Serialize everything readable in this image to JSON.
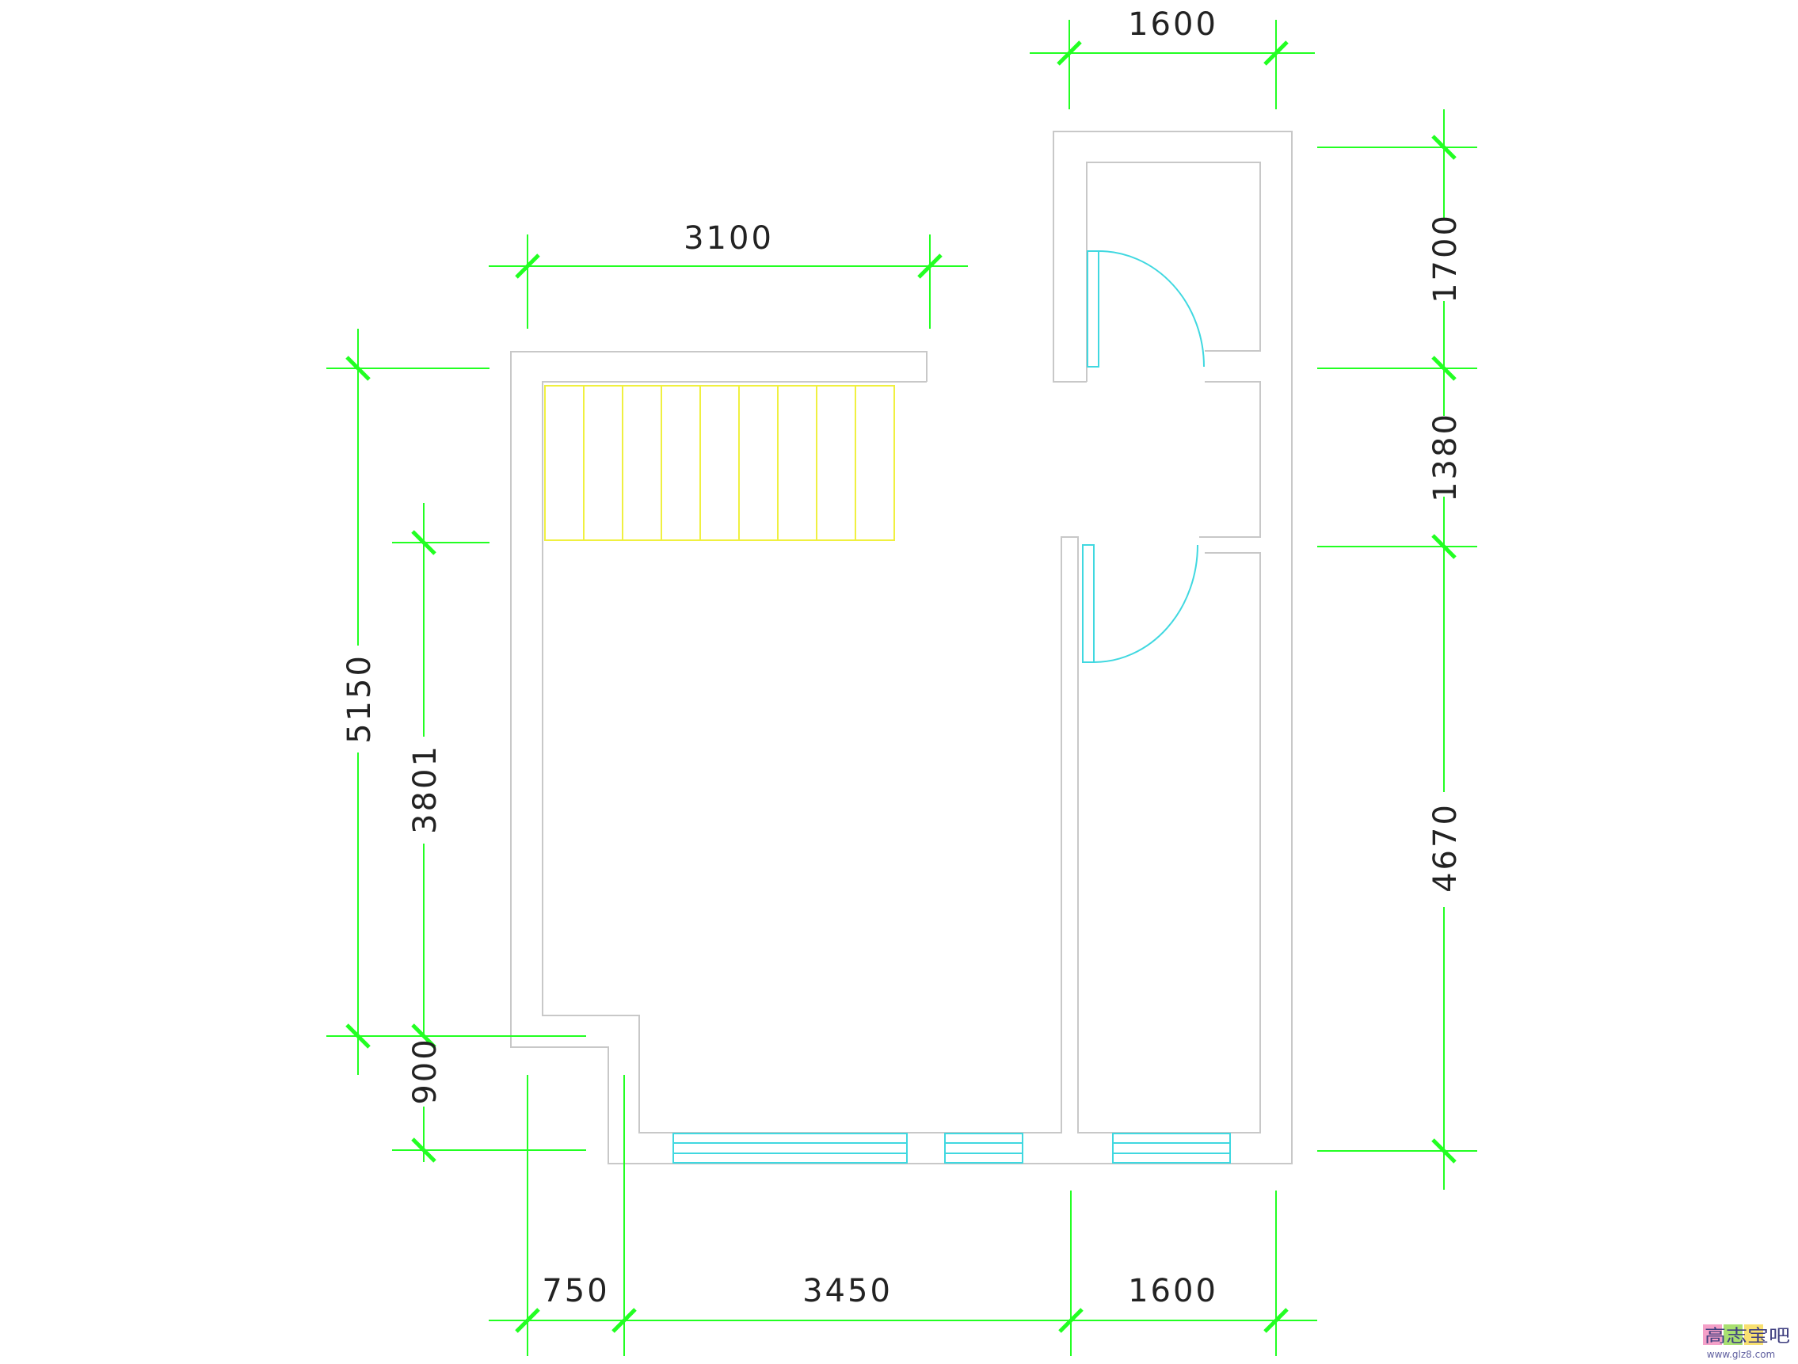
{
  "colors": {
    "dimension": "#22ff22",
    "wall": "#c8c8c8",
    "stair": "#f0f040",
    "door_window": "#40d8e0",
    "text": "#222222"
  },
  "dimensions": {
    "top_right_width": "1600",
    "upper_left_width": "3100",
    "right_upper": "1700",
    "right_middle": "1380",
    "right_lower": "4670",
    "left_outer": "5150",
    "left_inner": "3801",
    "left_bottom": "900",
    "bottom_first": "750",
    "bottom_second": "3450",
    "bottom_third": "1600"
  },
  "watermark": {
    "logo_text": "高志宝吧",
    "url": "www.glz8.com"
  }
}
